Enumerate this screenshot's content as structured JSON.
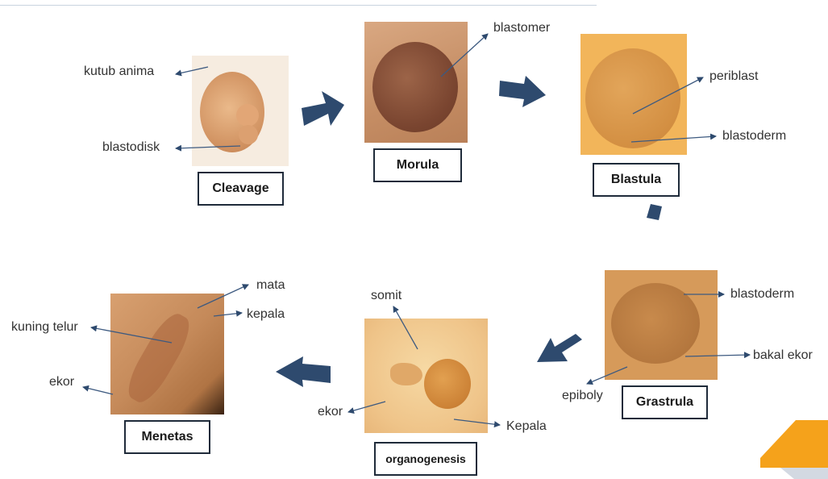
{
  "stages": {
    "cleavage": "Cleavage",
    "morula": "Morula",
    "blastula": "Blastula",
    "grastrula": "Grastrula",
    "organogenesis": "organogenesis",
    "menetas": "Menetas"
  },
  "labels": {
    "kutub_anima": "kutub anima",
    "blastodisk": "blastodisk",
    "blastomer": "blastomer",
    "periblast": "periblast",
    "blastoderm_1": "blastoderm",
    "blastoderm_2": "blastoderm",
    "bakal_ekor": "bakal ekor",
    "epiboly": "epiboly",
    "somit": "somit",
    "ekor_1": "ekor",
    "kepala_1": "Kepala",
    "mata": "mata",
    "kepala_2": "kepala",
    "kuning_telur": "kuning telur",
    "ekor_2": "ekor"
  },
  "colors": {
    "arrow": "#2e4a6e",
    "box_border": "#1f2b3a",
    "orange": "#f0a020"
  }
}
